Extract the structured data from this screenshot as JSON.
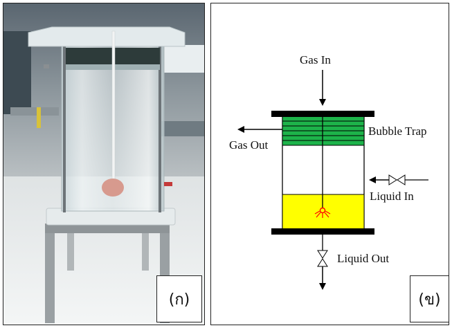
{
  "photo_panel": {
    "tag": "(ก)"
  },
  "diagram_panel": {
    "tag": "(ข)",
    "labels": {
      "gas_in": "Gas In",
      "gas_out": "Gas Out",
      "bubble_trap": "Bubble Trap",
      "liquid_in": "Liquid In",
      "liquid_out": "Liquid Out"
    },
    "colors": {
      "bubble_trap_fill": "#1db34a",
      "liquid_fill": "#ffff00",
      "sparger": "#ff0000",
      "plates": "#000000"
    }
  }
}
